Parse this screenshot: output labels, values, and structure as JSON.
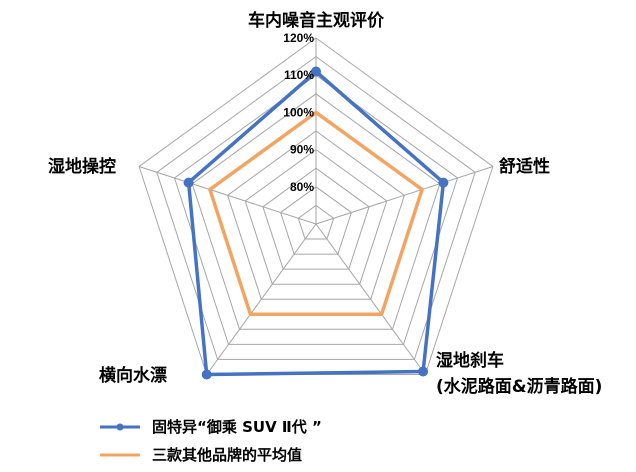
{
  "chart_data": {
    "type": "radar",
    "axes": [
      {
        "label": "车内噪音主观评价"
      },
      {
        "label": "舒适性"
      },
      {
        "label": "湿地刹车",
        "sublabel": "(水泥路面&沥青路面)"
      },
      {
        "label": "横向水漂"
      },
      {
        "label": "湿地操控"
      }
    ],
    "ticks": [
      "80%",
      "90%",
      "100%",
      "110%",
      "120%"
    ],
    "tick_values": [
      80,
      90,
      100,
      110,
      120
    ],
    "range": [
      70,
      120
    ],
    "grid": true,
    "legend_position": "bottom-left",
    "series": [
      {
        "name": "固特异“御乘 SUV Ⅱ代 ”",
        "color": "#4472C4",
        "marker": "circle",
        "values": [
          111,
          106,
          119,
          120,
          106
        ]
      },
      {
        "name": "三款其他品牌的平均值",
        "color": "#F4A460",
        "marker": "none",
        "values": [
          100,
          100,
          100,
          100,
          100
        ]
      }
    ]
  }
}
